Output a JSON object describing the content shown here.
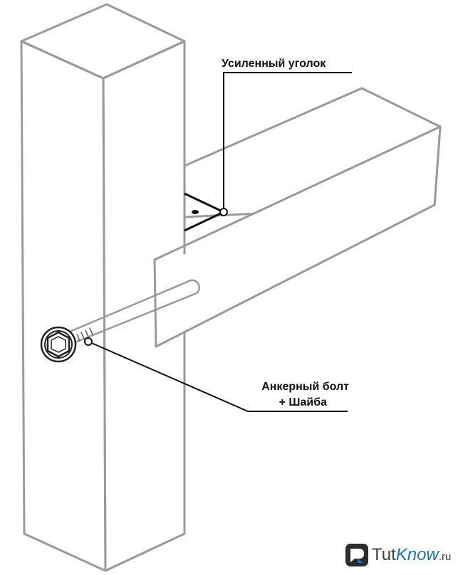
{
  "diagram": {
    "labels": {
      "corner": "Усиленный уголок",
      "bolt_line1": "Анкерный болт",
      "bolt_line2": "+ Шайба"
    }
  },
  "watermark": {
    "part1": "Tut",
    "part2": "Know",
    "part3": ".ru",
    "logo_icon": "tutknow-logo-icon"
  },
  "colors": {
    "outline": "#9a9a9a",
    "leader": "#111111",
    "brand_blue": "#1c73b8"
  }
}
